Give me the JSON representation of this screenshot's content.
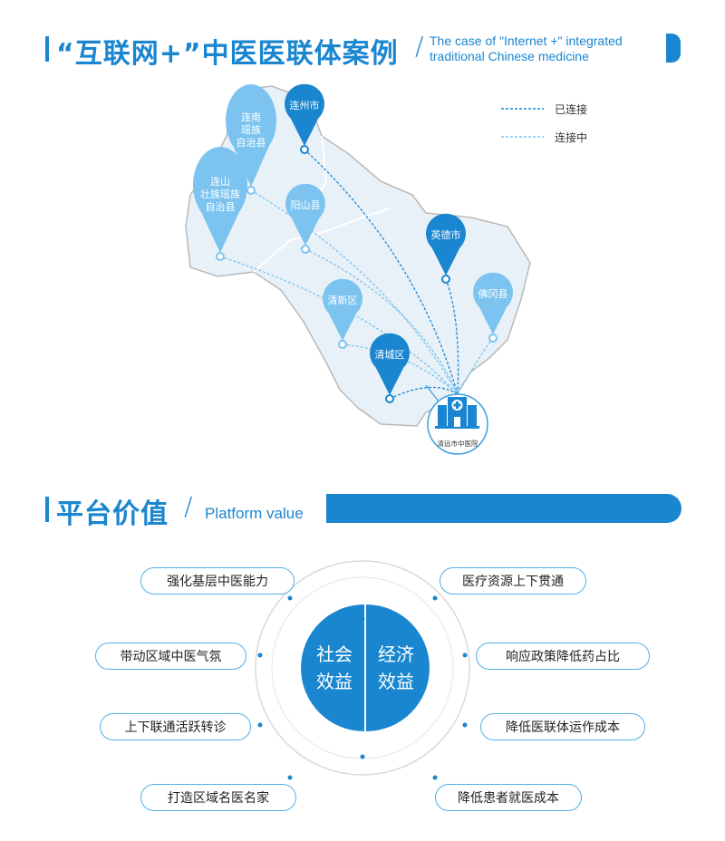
{
  "section1": {
    "title_cn": "“互联网+”中医医联体案例",
    "title_en_line1": "The case of \"Internet +\" integrated",
    "title_en_line2": "traditional Chinese medicine"
  },
  "legend": {
    "connected": "已连接",
    "connecting": "连接中"
  },
  "hospital": {
    "label": "清远市中医院"
  },
  "pins": [
    {
      "label": [
        "连州市"
      ],
      "status": "connected"
    },
    {
      "label": [
        "连南",
        "瑶族",
        "自治县"
      ],
      "status": "connecting"
    },
    {
      "label": [
        "连山",
        "壮族瑶族",
        "自治县"
      ],
      "status": "connecting"
    },
    {
      "label": [
        "阳山县"
      ],
      "status": "connecting"
    },
    {
      "label": [
        "英德市"
      ],
      "status": "connected"
    },
    {
      "label": [
        "佛冈县"
      ],
      "status": "connecting"
    },
    {
      "label": [
        "清新区"
      ],
      "status": "connecting"
    },
    {
      "label": [
        "清城区"
      ],
      "status": "connected"
    }
  ],
  "section2": {
    "title_cn": "平台价值",
    "title_en": "Platform value"
  },
  "center": {
    "left": [
      "社会",
      "效益"
    ],
    "right": [
      "经济",
      "效益"
    ]
  },
  "benefits_left": [
    "强化基层中医能力",
    "带动区域中医气氛",
    "上下联通活跃转诊",
    "打造区域名医名家"
  ],
  "benefits_right": [
    "医疗资源上下贯通",
    "响应政策降低药占比",
    "降低医联体运作成本",
    "降低患者就医成本"
  ],
  "colors": {
    "accent": "#1a86d0",
    "light": "#7cc4ef"
  }
}
